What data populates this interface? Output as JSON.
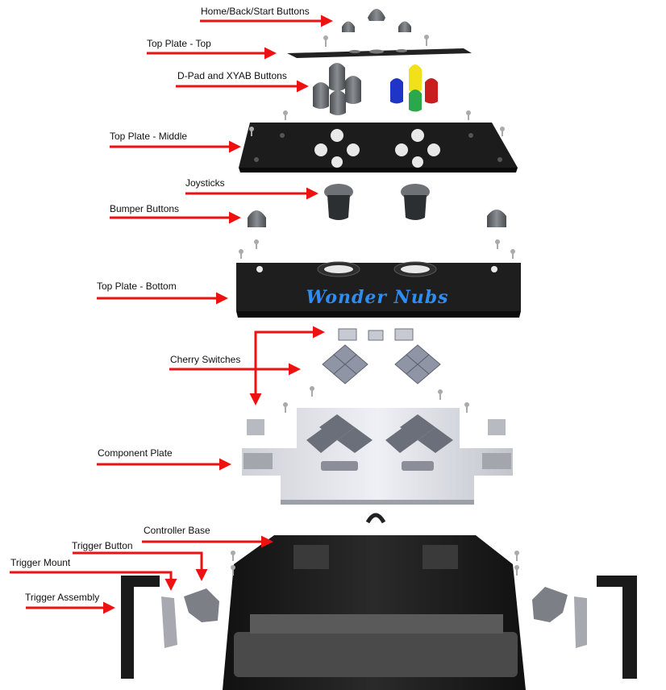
{
  "labels": {
    "home_back_start": "Home/Back/Start Buttons",
    "top_plate_top": "Top Plate - Top",
    "dpad_xyab": "D-Pad and XYAB Buttons",
    "top_plate_middle": "Top Plate - Middle",
    "joysticks": "Joysticks",
    "bumper_buttons": "Bumper Buttons",
    "top_plate_bottom": "Top Plate - Bottom",
    "cherry_switches": "Cherry Switches",
    "component_plate": "Component Plate",
    "controller_base": "Controller Base",
    "trigger_button": "Trigger Button",
    "trigger_mount": "Trigger Mount",
    "trigger_assembly": "Trigger Assembly"
  },
  "logo": {
    "text": "Wonder Nubs"
  },
  "colors": {
    "arrow": "#ee1111",
    "plate_black": "#1c1c1c",
    "plate_edge": "#0a0a0a",
    "button_gray": "#666a6e",
    "component_plate": "#d2d4dc",
    "logo_blue": "#2f8cf0",
    "xyab_blue": "#1f35c8",
    "xyab_yellow": "#f2e01a",
    "xyab_red": "#c81e1e",
    "xyab_green": "#2aa84a"
  }
}
